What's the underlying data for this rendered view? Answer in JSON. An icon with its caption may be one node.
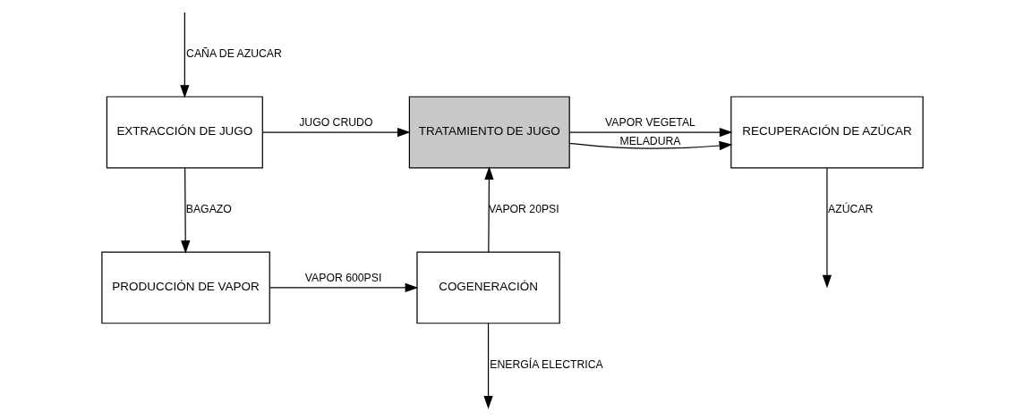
{
  "diagram": {
    "nodes": [
      {
        "text": [
          "EXTRACCIÓN DE JUGO"
        ]
      },
      {
        "text": [
          "TRATAMIENTO DE JUGO"
        ]
      },
      {
        "text": [
          "RECUPERACIÓN DE AZÚCAR"
        ]
      },
      {
        "text": [
          "PRODUCCIÓN DE VAPOR"
        ]
      },
      {
        "text": [
          "COGENERACIÓN"
        ]
      }
    ],
    "edges": [
      {
        "from": null,
        "to": 0,
        "arrow": "to",
        "label": "CAÑA DE AZUCAR"
      },
      {
        "from": 0,
        "to": 1,
        "arrow": "to",
        "label": "JUGO CRUDO"
      },
      {
        "from": 1,
        "to": 2,
        "arrow": "to",
        "label": "MELADURA"
      },
      {
        "from": 2,
        "to": null,
        "arrow": "to",
        "label": "AZÚCAR"
      },
      {
        "from": 1,
        "to": 2,
        "arrow": "to",
        "label": "VAPOR VEGETAL"
      },
      {
        "from": 0,
        "to": 3,
        "arrow": "to",
        "label": "BAGAZO"
      },
      {
        "from": 3,
        "to": 4,
        "arrow": "to",
        "label": "VAPOR 600PSI"
      },
      {
        "from": 4,
        "to": 1,
        "arrow": "to",
        "label": "VAPOR 20PSI"
      },
      {
        "from": 4,
        "to": null,
        "arrow": "to",
        "label": "ENERGÍA ELECTRICA"
      }
    ]
  }
}
